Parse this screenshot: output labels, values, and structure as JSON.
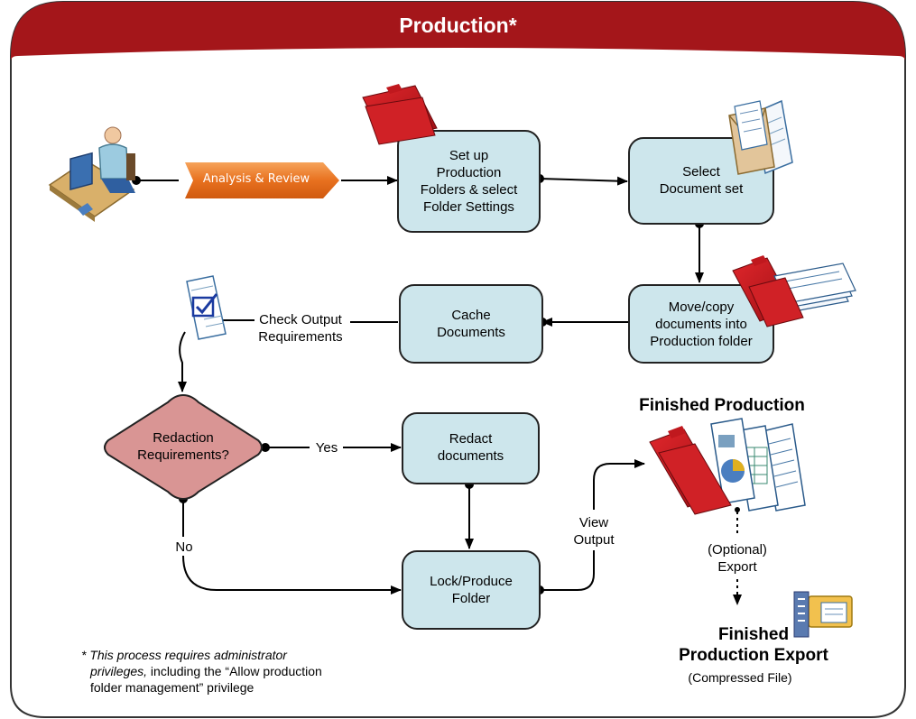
{
  "title": "Production*",
  "colors": {
    "banner": "#a4161a",
    "box_fill": "#cde6ec",
    "box_stroke": "#222222",
    "diamond_fill": "#d99594",
    "analysis_arrow": "#e86c1e",
    "folder_red": "#c0181e"
  },
  "steps": {
    "analysis_review": "Analysis & Review",
    "setup_folders": "Set up\nProduction\nFolders & select\nFolder Settings",
    "select_docs": "Select\nDocument set",
    "move_copy": "Move/copy\ndocuments into\nProduction folder",
    "cache_docs": "Cache\nDocuments",
    "check_output": "Check Output\nRequirements",
    "redaction_q": "Redaction\nRequirements?",
    "yes": "Yes",
    "no": "No",
    "redact_docs": "Redact\ndocuments",
    "lock_produce": "Lock/Produce\nFolder",
    "view_output": "View\nOutput",
    "finished_production": "Finished Production",
    "optional_export": "(Optional)\nExport",
    "finished_export": "Finished\nProduction Export",
    "compressed_file": "(Compressed File)"
  },
  "footnote": {
    "line1": "* This process requires administrator",
    "line2_italic": "privileges,",
    "line2_rest": " including the “Allow production",
    "line3": "folder management” privilege"
  },
  "icons": [
    "user-at-computer-icon",
    "red-folder-icon",
    "envelope-documents-icon",
    "folder-documents-icon",
    "checklist-document-icon",
    "folder-charts-icon",
    "compressed-file-icon"
  ]
}
